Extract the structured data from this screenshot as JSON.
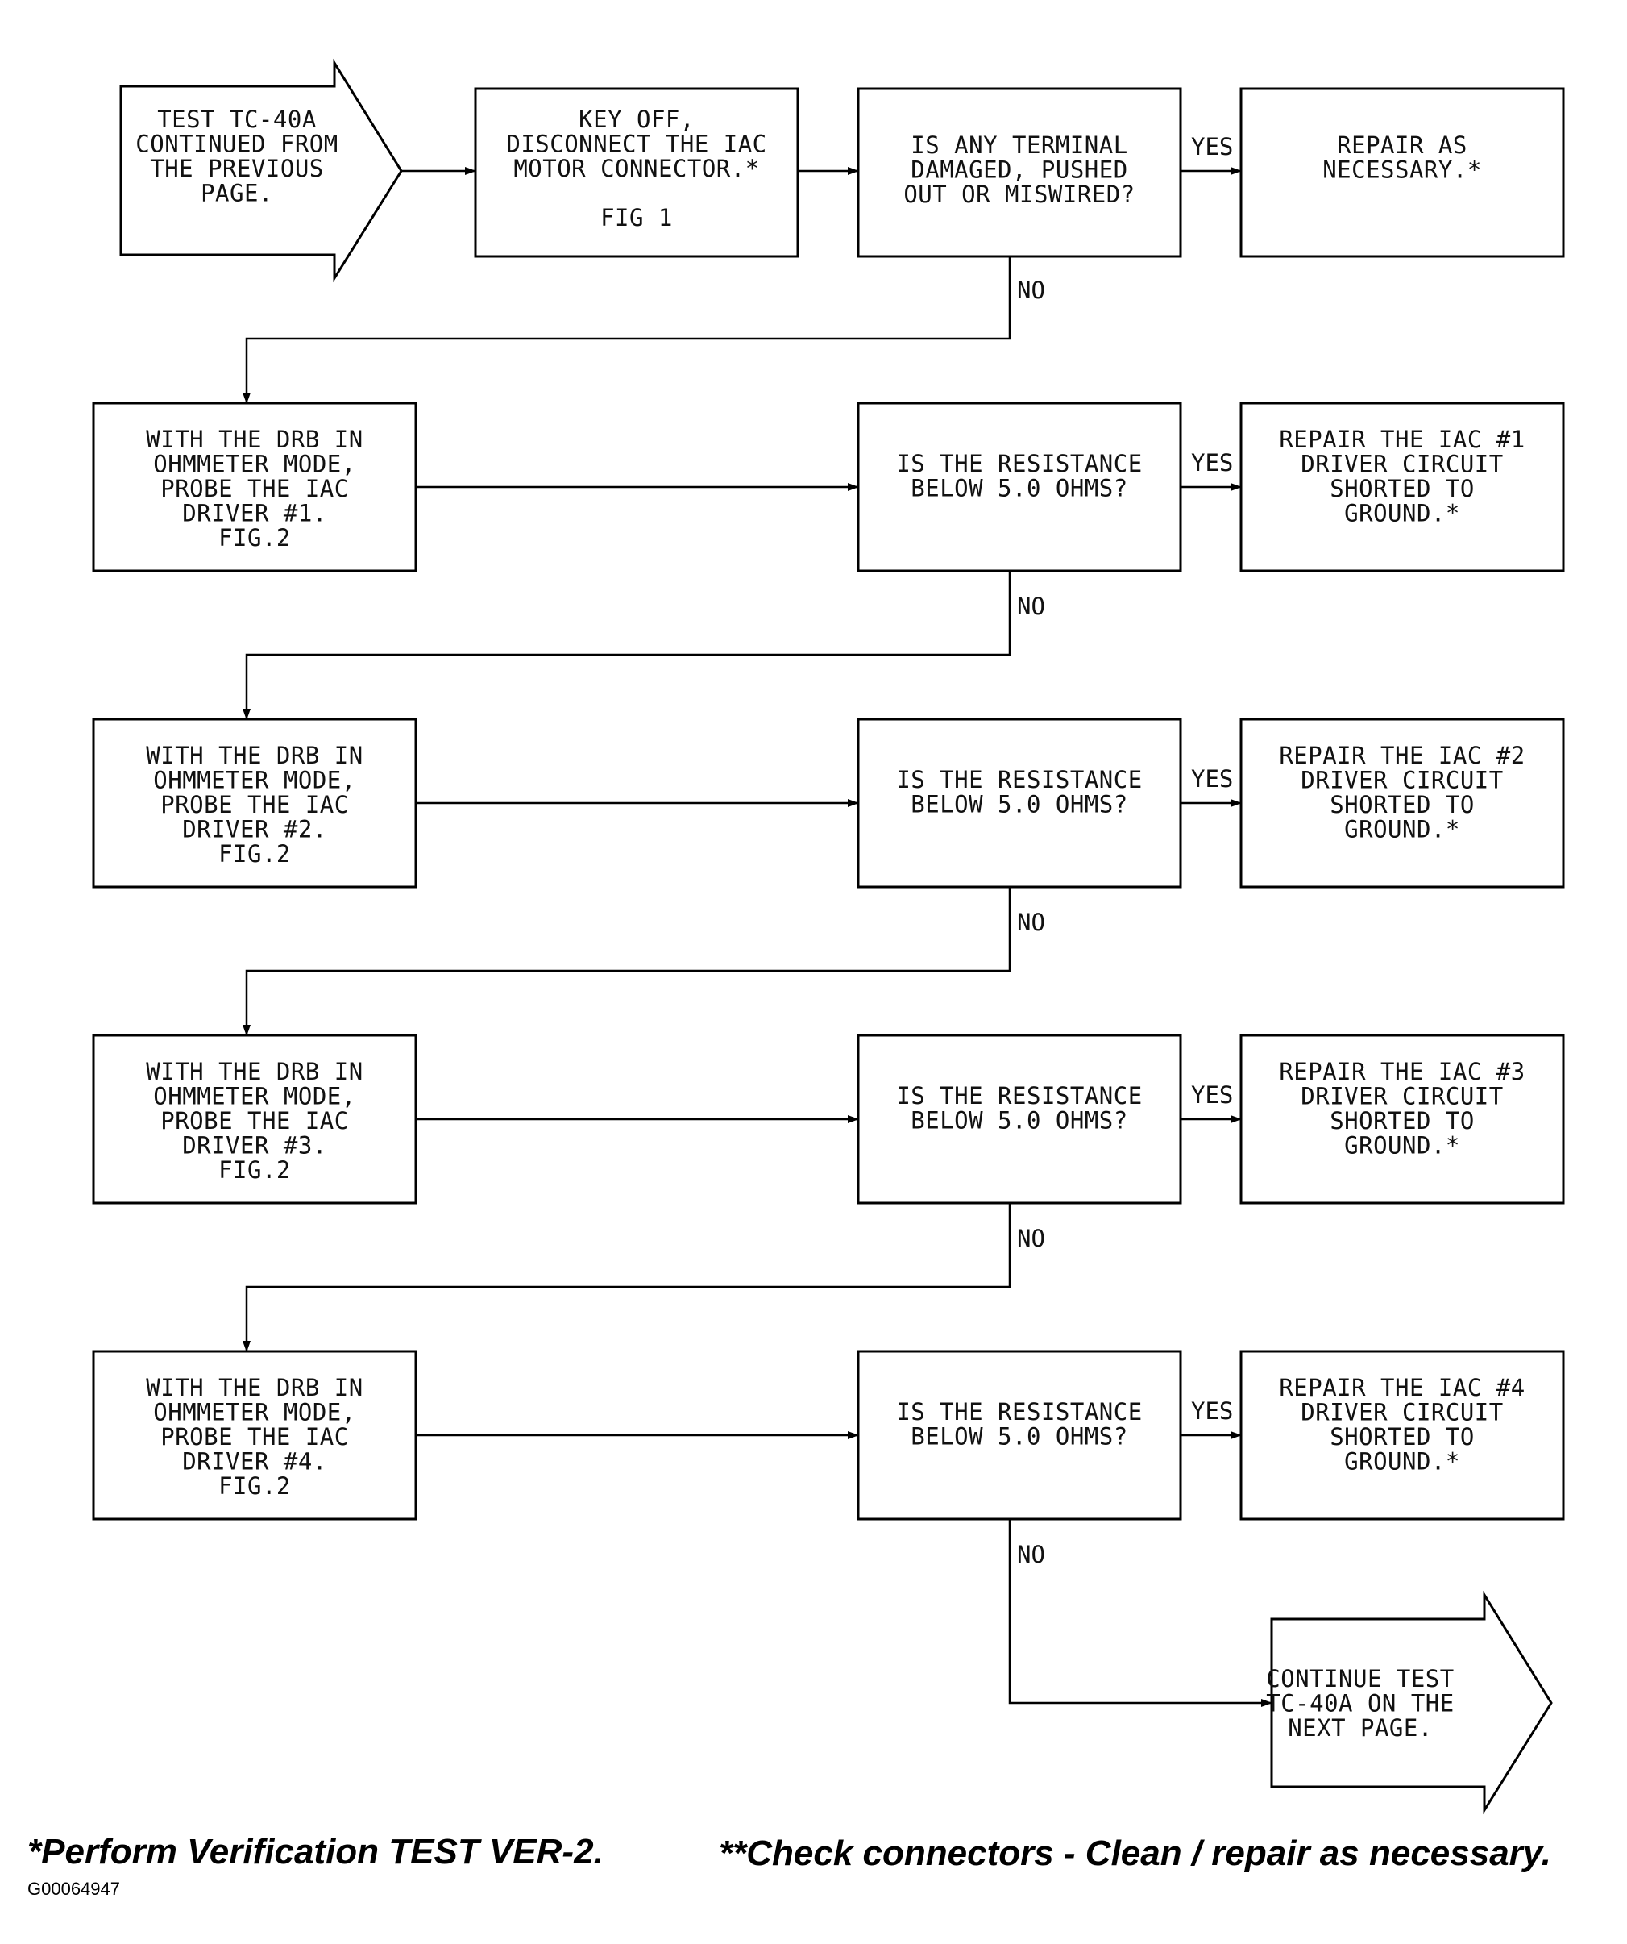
{
  "nodes": {
    "start": {
      "lines": [
        "TEST TC-40A",
        "CONTINUED FROM",
        "THE PREVIOUS",
        "PAGE."
      ]
    },
    "n1": {
      "lines": [
        "KEY OFF,",
        "DISCONNECT THE IAC",
        "MOTOR CONNECTOR.*",
        "",
        "FIG 1"
      ]
    },
    "q1": {
      "lines": [
        "IS ANY TERMINAL",
        "DAMAGED, PUSHED",
        "OUT OR MISWIRED?"
      ]
    },
    "r1": {
      "lines": [
        "REPAIR AS",
        "NECESSARY.*"
      ]
    },
    "p1": {
      "lines": [
        "WITH THE DRB IN",
        "OHMMETER MODE,",
        "PROBE THE IAC",
        "DRIVER #1.",
        "FIG.2"
      ]
    },
    "q2": {
      "lines": [
        "IS THE RESISTANCE",
        "BELOW 5.0 OHMS?"
      ]
    },
    "r2": {
      "lines": [
        "REPAIR THE IAC #1",
        "DRIVER CIRCUIT",
        "SHORTED TO",
        "GROUND.*"
      ]
    },
    "p2": {
      "lines": [
        "WITH THE DRB IN",
        "OHMMETER MODE,",
        "PROBE THE IAC",
        "DRIVER #2.",
        "FIG.2"
      ]
    },
    "q3": {
      "lines": [
        "IS THE RESISTANCE",
        "BELOW 5.0 OHMS?"
      ]
    },
    "r3": {
      "lines": [
        "REPAIR THE IAC #2",
        "DRIVER CIRCUIT",
        "SHORTED TO",
        "GROUND.*"
      ]
    },
    "p3": {
      "lines": [
        "WITH THE DRB IN",
        "OHMMETER MODE,",
        "PROBE THE IAC",
        "DRIVER #3.",
        "FIG.2"
      ]
    },
    "q4": {
      "lines": [
        "IS THE RESISTANCE",
        "BELOW 5.0 OHMS?"
      ]
    },
    "r4": {
      "lines": [
        "REPAIR THE IAC #3",
        "DRIVER CIRCUIT",
        "SHORTED TO",
        "GROUND.*"
      ]
    },
    "p4": {
      "lines": [
        "WITH THE DRB IN",
        "OHMMETER MODE,",
        "PROBE THE IAC",
        "DRIVER #4.",
        "FIG.2"
      ]
    },
    "q5": {
      "lines": [
        "IS THE RESISTANCE",
        "BELOW 5.0 OHMS?"
      ]
    },
    "r5": {
      "lines": [
        "REPAIR THE IAC #4",
        "DRIVER CIRCUIT",
        "SHORTED TO",
        "GROUND.*"
      ]
    },
    "end": {
      "lines": [
        "CONTINUE TEST",
        "TC-40A ON THE",
        "NEXT PAGE."
      ]
    }
  },
  "labels": {
    "yes": "YES",
    "no": "NO"
  },
  "footnotes": {
    "verification": "*Perform Verification TEST VER-2.",
    "connectors": "**Check connectors - Clean / repair as necessary."
  },
  "image_id": "G00064947"
}
